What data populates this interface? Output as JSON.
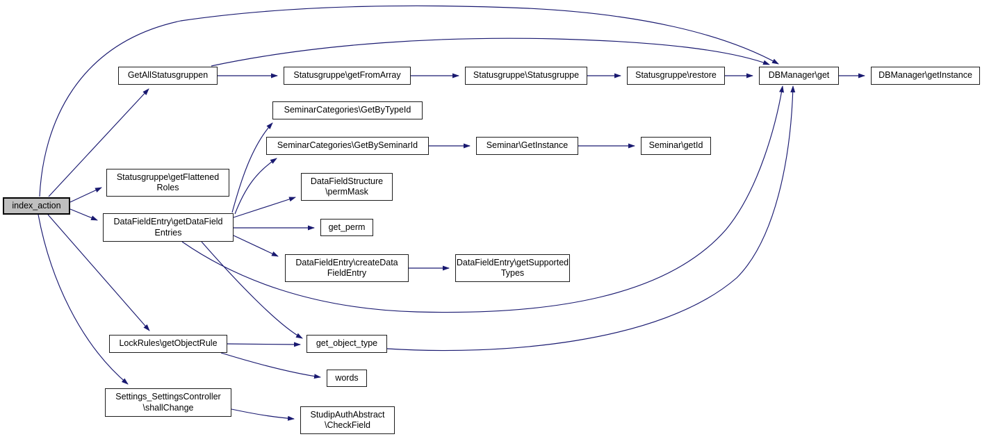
{
  "diagram": {
    "kind": "call-graph",
    "colors": {
      "background": "#ffffff",
      "edge": "#191970",
      "node_fill": "#ffffff",
      "node_border": "#1c1c1c",
      "highlight_fill": "#bfbfbf",
      "text": "#000000"
    },
    "nodes": [
      {
        "id": "index-action",
        "label": "index_action",
        "highlighted": true
      },
      {
        "id": "get-all-statusgruppen",
        "label": "GetAllStatusgruppen",
        "highlighted": false
      },
      {
        "id": "statusgruppe-get-from-array",
        "label": "Statusgruppe\\getFromArray",
        "highlighted": false
      },
      {
        "id": "statusgruppe-statusgruppe",
        "label": "Statusgruppe\\Statusgruppe",
        "highlighted": false
      },
      {
        "id": "statusgruppe-restore",
        "label": "Statusgruppe\\restore",
        "highlighted": false
      },
      {
        "id": "dbmanager-get",
        "label": "DBManager\\get",
        "highlighted": false
      },
      {
        "id": "dbmanager-get-instance",
        "label": "DBManager\\getInstance",
        "highlighted": false
      },
      {
        "id": "seminar-categories-get-by-type-id",
        "label": "SeminarCategories\\GetByTypeId",
        "highlighted": false
      },
      {
        "id": "seminar-categories-get-by-seminar-id",
        "label": "SeminarCategories\\GetBySeminarId",
        "highlighted": false
      },
      {
        "id": "seminar-get-instance",
        "label": "Seminar\\GetInstance",
        "highlighted": false
      },
      {
        "id": "seminar-get-id",
        "label": "Seminar\\getId",
        "highlighted": false
      },
      {
        "id": "statusgruppe-get-flattened-roles",
        "label": "Statusgruppe\\getFlattened\nRoles",
        "highlighted": false
      },
      {
        "id": "datafieldentry-get-datafield-entries",
        "label": "DataFieldEntry\\getDataField\nEntries",
        "highlighted": false
      },
      {
        "id": "datafieldstructure-permmask",
        "label": "DataFieldStructure\n\\permMask",
        "highlighted": false
      },
      {
        "id": "get-perm",
        "label": "get_perm",
        "highlighted": false
      },
      {
        "id": "datafieldentry-create-datafield-entry",
        "label": "DataFieldEntry\\createData\nFieldEntry",
        "highlighted": false
      },
      {
        "id": "datafieldentry-get-supported-types",
        "label": "DataFieldEntry\\getSupported\nTypes",
        "highlighted": false
      },
      {
        "id": "lockrules-get-object-rule",
        "label": "LockRules\\getObjectRule",
        "highlighted": false
      },
      {
        "id": "get-object-type",
        "label": "get_object_type",
        "highlighted": false
      },
      {
        "id": "words",
        "label": "words",
        "highlighted": false
      },
      {
        "id": "settings-settingscontroller-shallchange",
        "label": "Settings_SettingsController\n\\shallChange",
        "highlighted": false
      },
      {
        "id": "studipauthabstract-checkfield",
        "label": "StudipAuthAbstract\n\\CheckField",
        "highlighted": false
      }
    ],
    "edges": [
      {
        "from": "index-action",
        "to": "get-all-statusgruppen"
      },
      {
        "from": "index-action",
        "to": "dbmanager-get"
      },
      {
        "from": "index-action",
        "to": "statusgruppe-get-flattened-roles"
      },
      {
        "from": "index-action",
        "to": "datafieldentry-get-datafield-entries"
      },
      {
        "from": "index-action",
        "to": "lockrules-get-object-rule"
      },
      {
        "from": "index-action",
        "to": "settings-settingscontroller-shallchange"
      },
      {
        "from": "get-all-statusgruppen",
        "to": "statusgruppe-get-from-array"
      },
      {
        "from": "get-all-statusgruppen",
        "to": "dbmanager-get"
      },
      {
        "from": "statusgruppe-get-from-array",
        "to": "statusgruppe-statusgruppe"
      },
      {
        "from": "statusgruppe-statusgruppe",
        "to": "statusgruppe-restore"
      },
      {
        "from": "statusgruppe-restore",
        "to": "dbmanager-get"
      },
      {
        "from": "dbmanager-get",
        "to": "dbmanager-get-instance"
      },
      {
        "from": "datafieldentry-get-datafield-entries",
        "to": "seminar-categories-get-by-type-id"
      },
      {
        "from": "datafieldentry-get-datafield-entries",
        "to": "seminar-categories-get-by-seminar-id"
      },
      {
        "from": "datafieldentry-get-datafield-entries",
        "to": "datafieldstructure-permmask"
      },
      {
        "from": "datafieldentry-get-datafield-entries",
        "to": "get-perm"
      },
      {
        "from": "datafieldentry-get-datafield-entries",
        "to": "datafieldentry-create-datafield-entry"
      },
      {
        "from": "datafieldentry-get-datafield-entries",
        "to": "get-object-type"
      },
      {
        "from": "datafieldentry-get-datafield-entries",
        "to": "dbmanager-get"
      },
      {
        "from": "seminar-categories-get-by-seminar-id",
        "to": "seminar-get-instance"
      },
      {
        "from": "seminar-get-instance",
        "to": "seminar-get-id"
      },
      {
        "from": "datafieldentry-create-datafield-entry",
        "to": "datafieldentry-get-supported-types"
      },
      {
        "from": "lockrules-get-object-rule",
        "to": "get-object-type"
      },
      {
        "from": "lockrules-get-object-rule",
        "to": "words"
      },
      {
        "from": "get-object-type",
        "to": "dbmanager-get"
      },
      {
        "from": "settings-settingscontroller-shallchange",
        "to": "studipauthabstract-checkfield"
      }
    ]
  }
}
